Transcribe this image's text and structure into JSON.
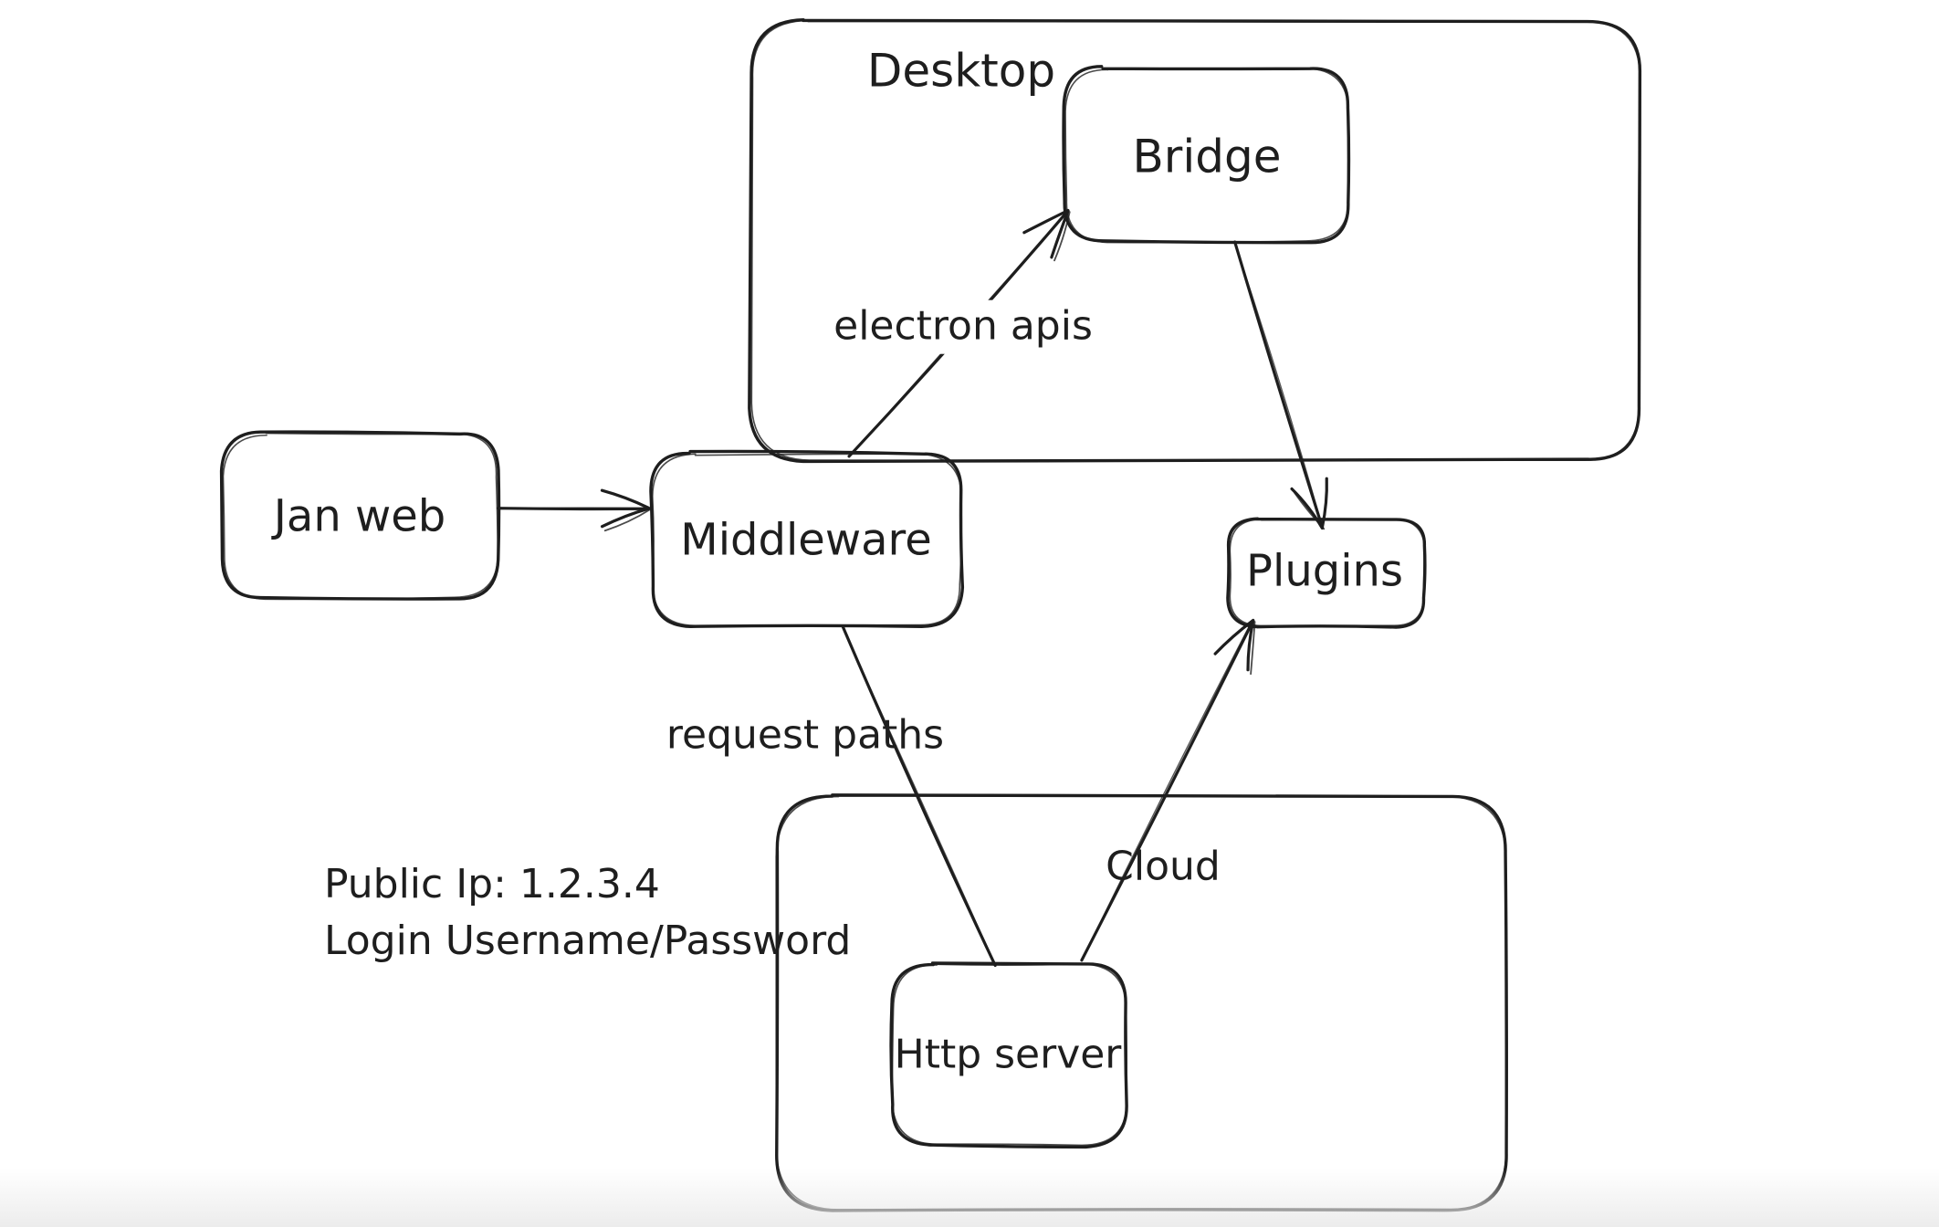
{
  "canvas": {
    "background": "#ffffff",
    "stroke_color": "#1e1e1e",
    "bottom_fade": "#eaeaea"
  },
  "containers": [
    {
      "id": "desktop",
      "label": "Desktop"
    },
    {
      "id": "cloud",
      "label": "Cloud"
    }
  ],
  "nodes": [
    {
      "id": "jan-web",
      "label": "Jan web"
    },
    {
      "id": "middleware",
      "label": "Middleware"
    },
    {
      "id": "bridge",
      "label": "Bridge"
    },
    {
      "id": "plugins",
      "label": "Plugins"
    },
    {
      "id": "http-server",
      "label": "Http server"
    }
  ],
  "edges": [
    {
      "id": "jan-web-to-middleware",
      "from": "Jan web",
      "to": "Middleware",
      "label": "",
      "arrow": true
    },
    {
      "id": "middleware-to-bridge",
      "from": "Middleware",
      "to": "Bridge",
      "label": "electron apis",
      "arrow": true
    },
    {
      "id": "bridge-to-plugins",
      "from": "Bridge",
      "to": "Plugins",
      "label": "",
      "arrow": true
    },
    {
      "id": "middleware-to-http-server",
      "from": "Middleware",
      "to": "Http server",
      "label": "request paths",
      "arrow": false
    },
    {
      "id": "http-server-to-plugins",
      "from": "Http server",
      "to": "Plugins",
      "label": "",
      "arrow": true
    }
  ],
  "annotation": {
    "line1": "Public Ip: 1.2.3.4",
    "line2": "Login Username/Password"
  }
}
